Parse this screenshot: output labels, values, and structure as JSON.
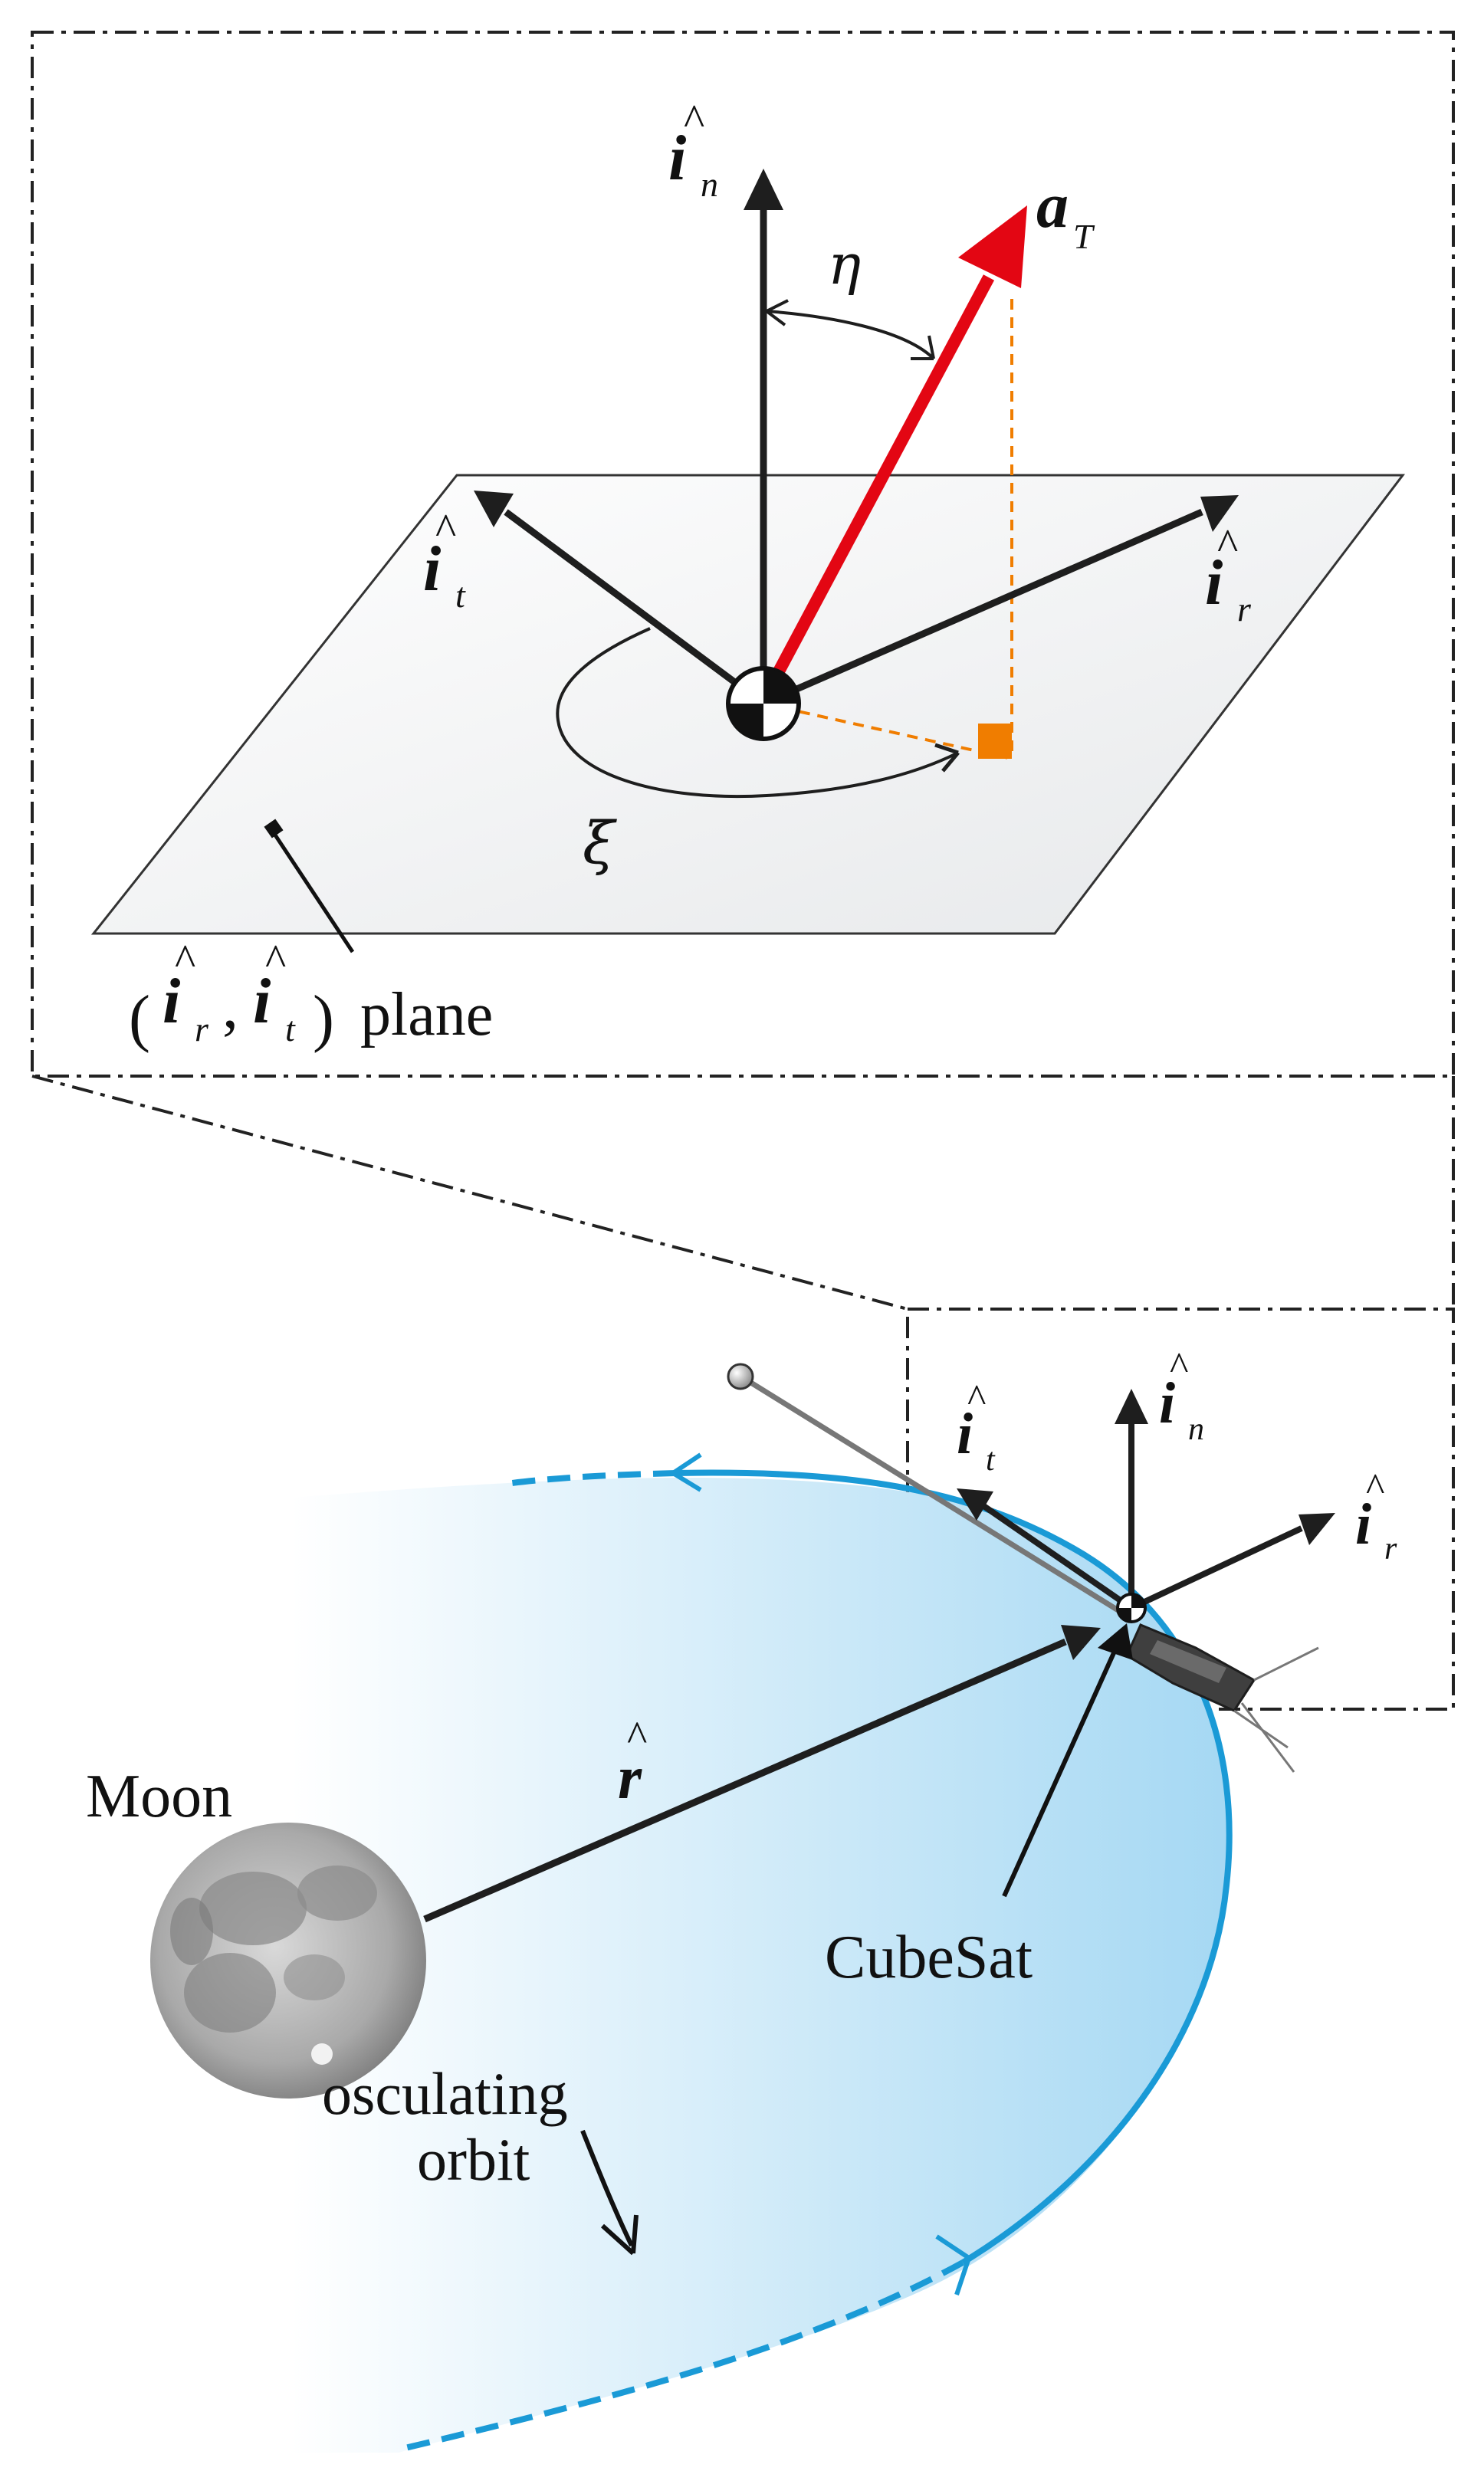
{
  "labels": {
    "plane_label": "plane",
    "moon": "Moon",
    "cubesat": "CubeSat",
    "osculating": "osculating",
    "orbit": "orbit",
    "eta": "η",
    "xi": "ξ",
    "a_main": "a",
    "a_sub": "T",
    "i_main": "i",
    "n_sub": "n",
    "t_sub": "t",
    "r_sub": "r",
    "hat": "^",
    "r_vec": "r",
    "open_paren": "(",
    "close_paren": ")",
    "comma": ","
  },
  "colors": {
    "thrust_vector": "#e30613",
    "orbit_line": "#1a9ad6",
    "orbit_fill": "#a5d8f3",
    "projection": "#f07d00",
    "axis": "#1e1e1e",
    "plane_fill": "#eeeeee"
  }
}
